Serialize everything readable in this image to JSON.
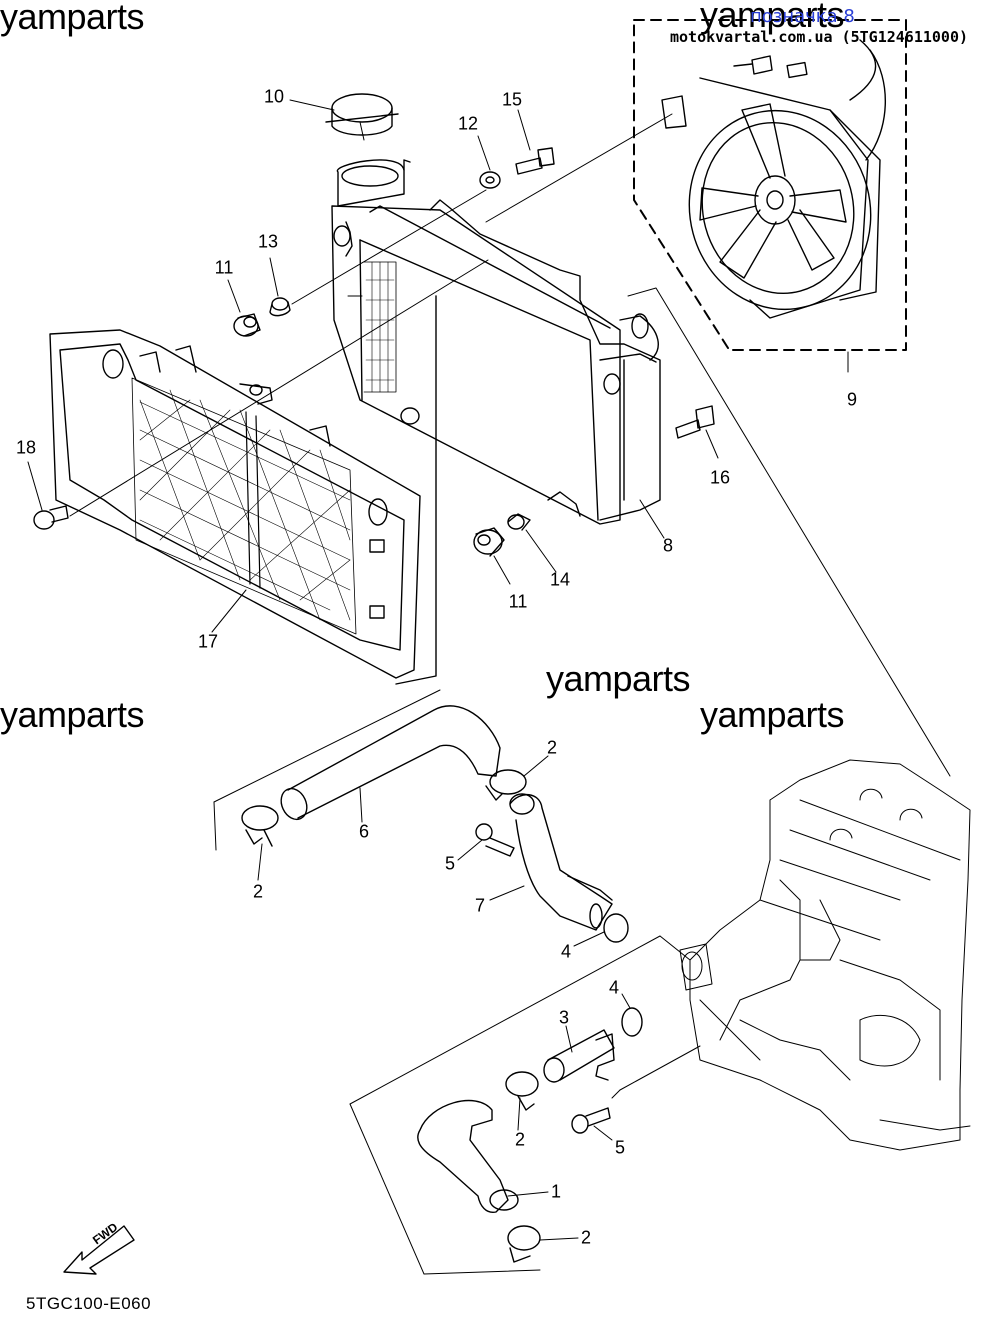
{
  "watermarks": {
    "top_left": "yamparts",
    "top_right": "yamparts",
    "mid_center": "yamparts",
    "mid_left": "yamparts",
    "mid_right": "yamparts"
  },
  "header": {
    "blue_caption": "позначка 8",
    "site_ref": "motokvartal.com.ua (5TG124611000)"
  },
  "footer": {
    "diagram_code": "5TGC100-E060",
    "fwd_label": "FWD"
  },
  "callouts": {
    "c10": "10",
    "c12": "12",
    "c15": "15",
    "c13": "13",
    "c11a": "11",
    "c18": "18",
    "c9": "9",
    "c16": "16",
    "c8": "8",
    "c14": "14",
    "c11b": "11",
    "c17": "17",
    "c2a": "2",
    "c6": "6",
    "c2b": "2",
    "c5a": "5",
    "c7": "7",
    "c4a": "4",
    "c4b": "4",
    "c3": "3",
    "c2c": "2",
    "c5b": "5",
    "c1": "1",
    "c2d": "2"
  }
}
